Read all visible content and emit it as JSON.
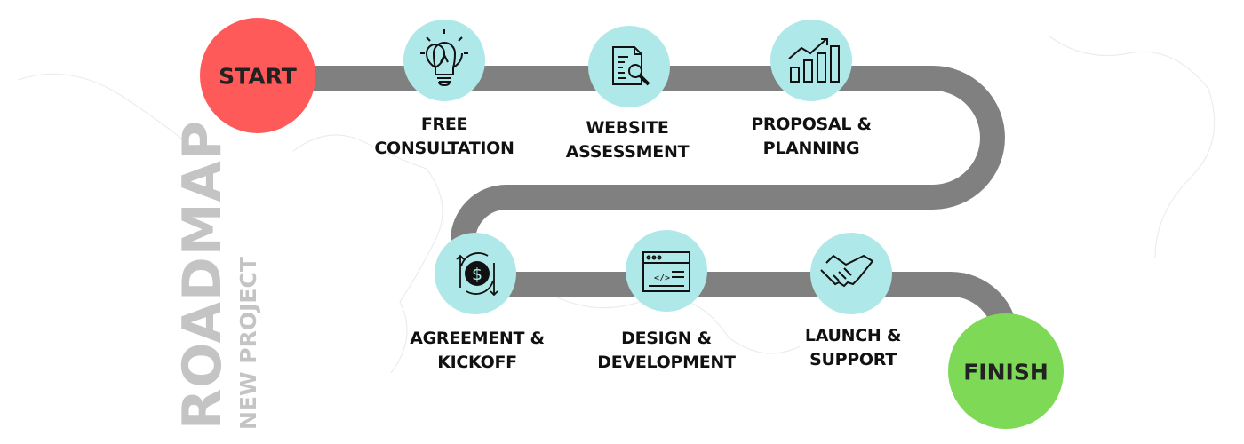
{
  "title": {
    "main": "ROADMAP",
    "sub": "NEW PROJECT"
  },
  "start_label": "START",
  "finish_label": "FINISH",
  "colors": {
    "start": "#ff5a5a",
    "finish": "#7ed957",
    "step": "#aee8e8",
    "path": "#808080",
    "title": "#c4c4c4"
  },
  "steps": [
    {
      "line1": "FREE",
      "line2": "CONSULTATION",
      "icon": "lightbulb-icon"
    },
    {
      "line1": "WEBSITE",
      "line2": "ASSESSMENT",
      "icon": "document-search-icon"
    },
    {
      "line1": "PROPOSAL &",
      "line2": "PLANNING",
      "icon": "growth-chart-icon"
    },
    {
      "line1": "AGREEMENT &",
      "line2": "KICKOFF",
      "icon": "dollar-exchange-icon"
    },
    {
      "line1": "DESIGN &",
      "line2": "DEVELOPMENT",
      "icon": "code-window-icon"
    },
    {
      "line1": "LAUNCH &",
      "line2": "SUPPORT",
      "icon": "handshake-icon"
    }
  ]
}
